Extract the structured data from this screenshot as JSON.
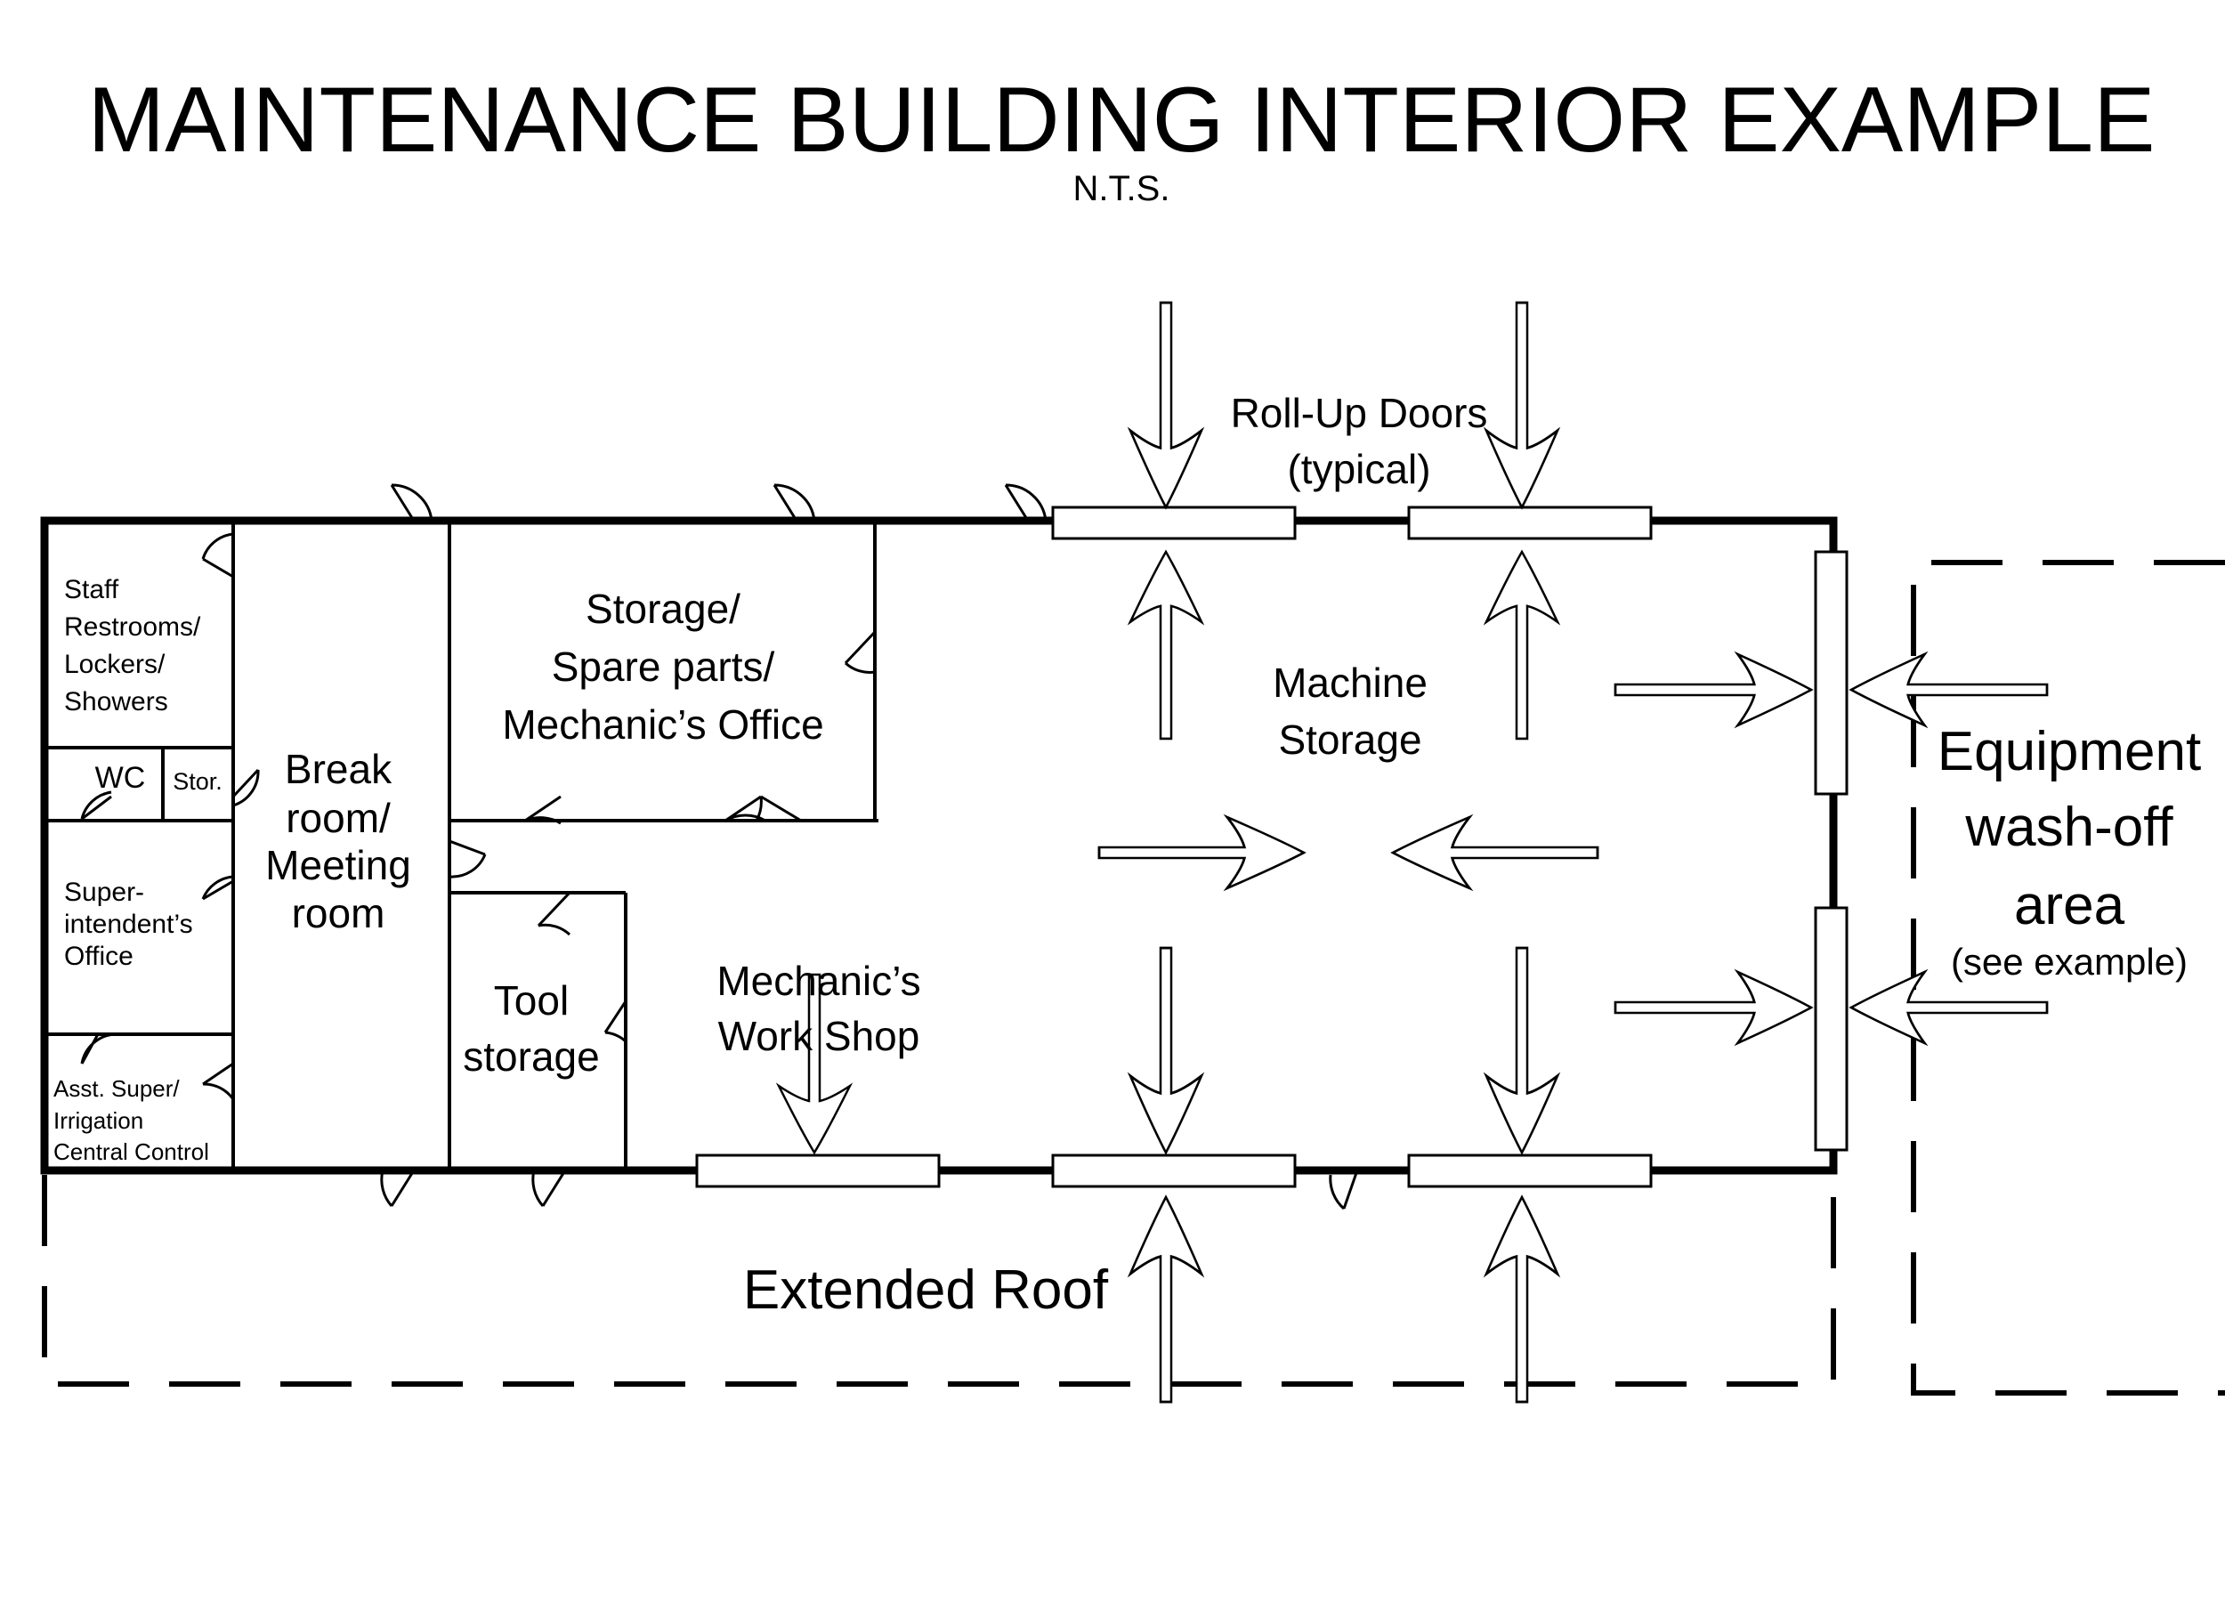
{
  "title": "MAINTENANCE BUILDING INTERIOR EXAMPLE",
  "scale_note": "N.T.S.",
  "rooms": {
    "staff": [
      "Staff",
      "Restrooms/",
      "Lockers/",
      "Showers"
    ],
    "wc": "WC",
    "stor": "Stor.",
    "super": [
      "Super-",
      "intendent’s",
      "Office"
    ],
    "asst": [
      "Asst. Super/",
      "Irrigation",
      "Central Control"
    ],
    "break": [
      "Break",
      "room/",
      "Meeting",
      "room"
    ],
    "storage": [
      "Storage/",
      "Spare parts/",
      "Mechanic’s Office"
    ],
    "tool": [
      "Tool",
      "storage"
    ],
    "workshop": [
      "Mechanic’s",
      "Work Shop"
    ],
    "machine": [
      "Machine",
      "Storage"
    ]
  },
  "rollup_note": [
    "Roll-Up Doors",
    "(typical)"
  ],
  "extended_roof": "Extended Roof",
  "washoff": [
    "Equipment",
    "wash-off",
    "area"
  ],
  "washoff_note": "(see example)"
}
